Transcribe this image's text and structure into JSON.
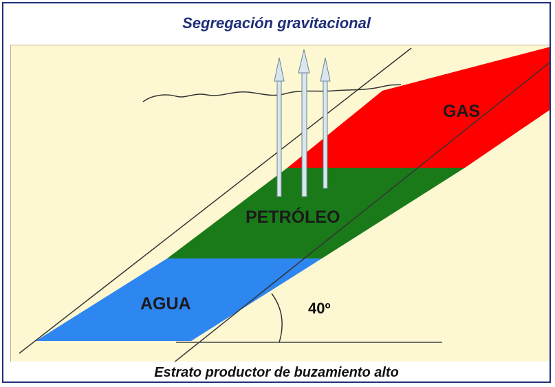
{
  "title": "Segregación gravitacional",
  "caption": "Estrato productor de buzamiento alto",
  "zones": {
    "gas": {
      "label": "GAS",
      "color": "#ff0000"
    },
    "petroleo": {
      "label": "PETRÓLEO",
      "color": "#1a7a1a"
    },
    "agua": {
      "label": "AGUA",
      "color": "#2e86f0"
    }
  },
  "angle": {
    "label": "40º"
  },
  "colors": {
    "frame": "#1f2f7a",
    "background": "#fdf7d2",
    "arrow_fill": "#d8e6ee",
    "arrow_stroke": "#6a8592"
  },
  "arrows": {
    "count": 3
  }
}
